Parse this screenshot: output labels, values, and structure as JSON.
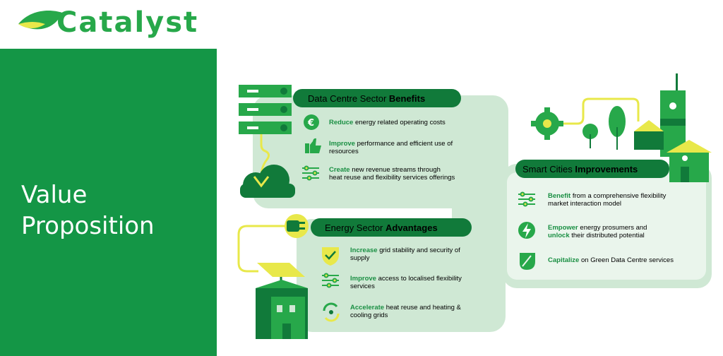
{
  "brand": {
    "name": "Catalyst"
  },
  "slide": {
    "title_line1": "Value",
    "title_line2": "Proposition"
  },
  "colors": {
    "panel_green": "#149646",
    "dark_green": "#117a3a",
    "mid_green": "#27a84a",
    "light_green": "#cfe8d4",
    "yellow": "#e8e84a"
  },
  "sections": {
    "data_centre": {
      "title_plain": "Data Centre Sector ",
      "title_bold": "Benefits",
      "items": [
        {
          "icon": "euro-icon",
          "kw": "Reduce",
          "line1": " energy related operating costs",
          "line2": ""
        },
        {
          "icon": "thumbs-up-icon",
          "kw": "Improve",
          "line1": " performance and efficient use of",
          "line2": "resources"
        },
        {
          "icon": "sliders-icon",
          "kw": "Create",
          "line1": " new revenue streams through",
          "line2": "heat reuse and flexibility services offerings"
        }
      ]
    },
    "energy": {
      "title_plain": "Energy Sector ",
      "title_bold": "Advantages",
      "items": [
        {
          "icon": "shield-check-icon",
          "kw": "Increase",
          "line1": " grid stability and security of",
          "line2": "supply"
        },
        {
          "icon": "sliders-icon",
          "kw": "Improve",
          "line1": " access to localised flexibility",
          "line2": "services"
        },
        {
          "icon": "recycle-icon",
          "kw": "Accelerate",
          "line1": " heat reuse and heating &",
          "line2": "cooling grids"
        }
      ]
    },
    "smart_cities": {
      "title_plain": "Smart Cities ",
      "title_bold": "Improvements",
      "items": [
        {
          "icon": "sliders-icon",
          "kw": "Benefit",
          "line1": " from a comprehensive flexibility",
          "line2": "market interaction model",
          "kw2": ""
        },
        {
          "icon": "lightning-icon",
          "kw": "Empower",
          "line1": " energy prosumers and",
          "line2": " their distributed potential",
          "kw2": "unlock"
        },
        {
          "icon": "leaf-icon",
          "kw": "Capitalize",
          "line1": " on Green Data Centre services",
          "line2": "",
          "kw2": ""
        }
      ]
    }
  }
}
